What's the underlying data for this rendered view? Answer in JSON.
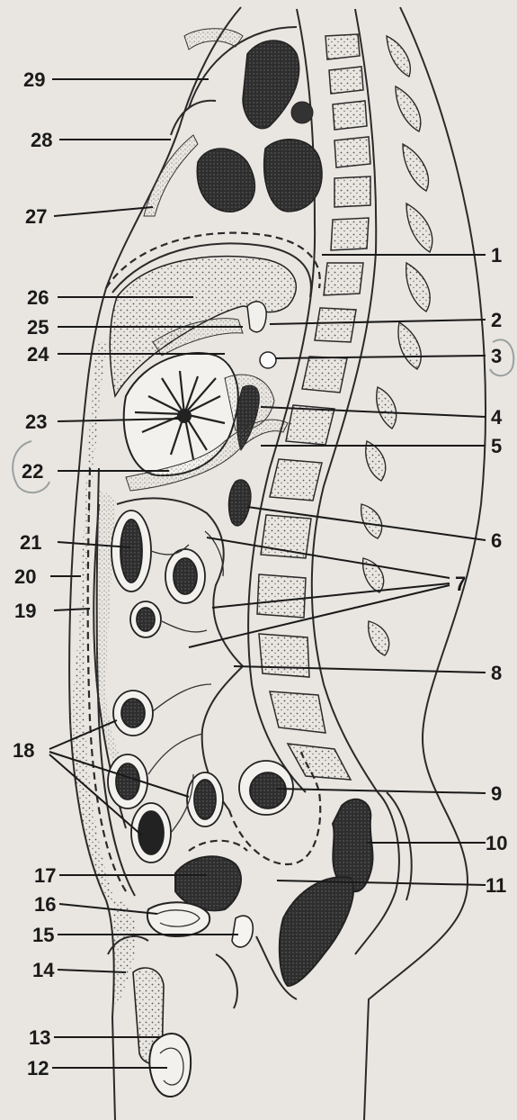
{
  "labels": {
    "n1": "1",
    "n2": "2",
    "n3": "3",
    "n4": "4",
    "n5": "5",
    "n6": "6",
    "n7": "7",
    "n8": "8",
    "n9": "9",
    "n10": "10",
    "n11": "11",
    "n12": "12",
    "n13": "13",
    "n14": "14",
    "n15": "15",
    "n16": "16",
    "n17": "17",
    "n18": "18",
    "n19": "19",
    "n20": "20",
    "n21": "21",
    "n22": "22",
    "n23": "23",
    "n24": "24",
    "n25": "25",
    "n26": "26",
    "n27": "27",
    "n28": "28",
    "n29": "29"
  },
  "colors": {
    "paper": "#e9e6e1",
    "ink": "#1a1a1a",
    "stipple": "#5a5a5a",
    "organ_dark": "#2b2b2b",
    "circle_mark": "#9aa0a0"
  }
}
